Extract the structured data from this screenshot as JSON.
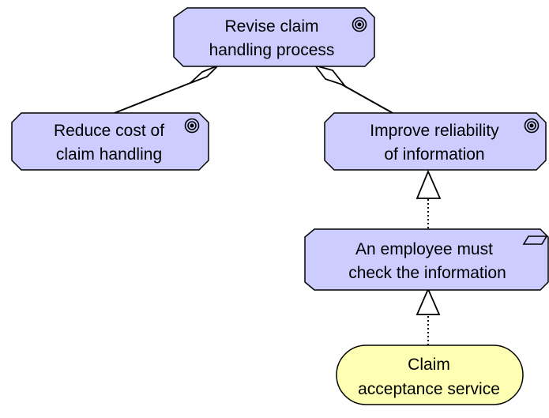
{
  "colors": {
    "motivation_fill": "#ccccff",
    "service_fill": "#ffffb3",
    "stroke": "#000000"
  },
  "nodes": {
    "revise": {
      "type": "goal",
      "icon": "goal-icon",
      "lines": [
        "Revise claim",
        "handling process"
      ]
    },
    "reduce": {
      "type": "goal",
      "icon": "goal-icon",
      "lines": [
        "Reduce cost of",
        "claim handling"
      ]
    },
    "improve": {
      "type": "goal",
      "icon": "goal-icon",
      "lines": [
        "Improve reliability",
        "of information"
      ]
    },
    "employee": {
      "type": "requirement",
      "icon": "requirement-icon",
      "lines": [
        "An employee must",
        "check the information"
      ]
    },
    "service": {
      "type": "business-service",
      "lines": [
        "Claim",
        "acceptance service"
      ]
    }
  },
  "relations": [
    {
      "from": "reduce",
      "to": "revise",
      "type": "aggregation"
    },
    {
      "from": "improve",
      "to": "revise",
      "type": "aggregation"
    },
    {
      "from": "employee",
      "to": "improve",
      "type": "realization"
    },
    {
      "from": "service",
      "to": "employee",
      "type": "realization"
    }
  ]
}
